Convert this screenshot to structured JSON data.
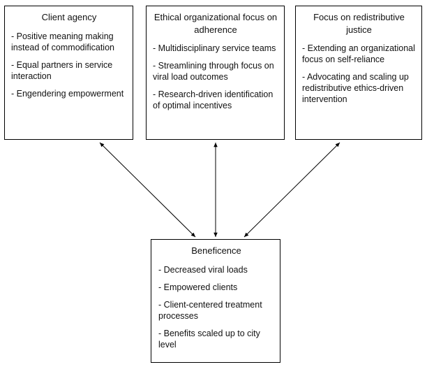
{
  "boxes": {
    "client_agency": {
      "title": "Client agency",
      "items": [
        "- Positive meaning making instead of commodification",
        "- Equal partners in service interaction",
        "- Engendering empowerment"
      ]
    },
    "ethical_focus": {
      "title": "Ethical organizational focus on adherence",
      "items": [
        "- Multidisciplinary service teams",
        "- Streamlining through focus on viral load outcomes",
        "- Research-driven identification of optimal incentives"
      ]
    },
    "redistributive_justice": {
      "title": "Focus on redistributive justice",
      "items": [
        "- Extending an organizational focus on self-reliance",
        "- Advocating and scaling up redistributive ethics-driven intervention"
      ]
    },
    "beneficence": {
      "title": "Beneficence",
      "items": [
        "- Decreased viral loads",
        "- Empowered clients",
        "- Client-centered treatment processes",
        "- Benefits scaled up to city level"
      ]
    }
  },
  "connectors": [
    {
      "from": "client_agency",
      "to": "beneficence",
      "direction": "both"
    },
    {
      "from": "ethical_focus",
      "to": "beneficence",
      "direction": "both"
    },
    {
      "from": "redistributive_justice",
      "to": "beneficence",
      "direction": "both"
    }
  ]
}
